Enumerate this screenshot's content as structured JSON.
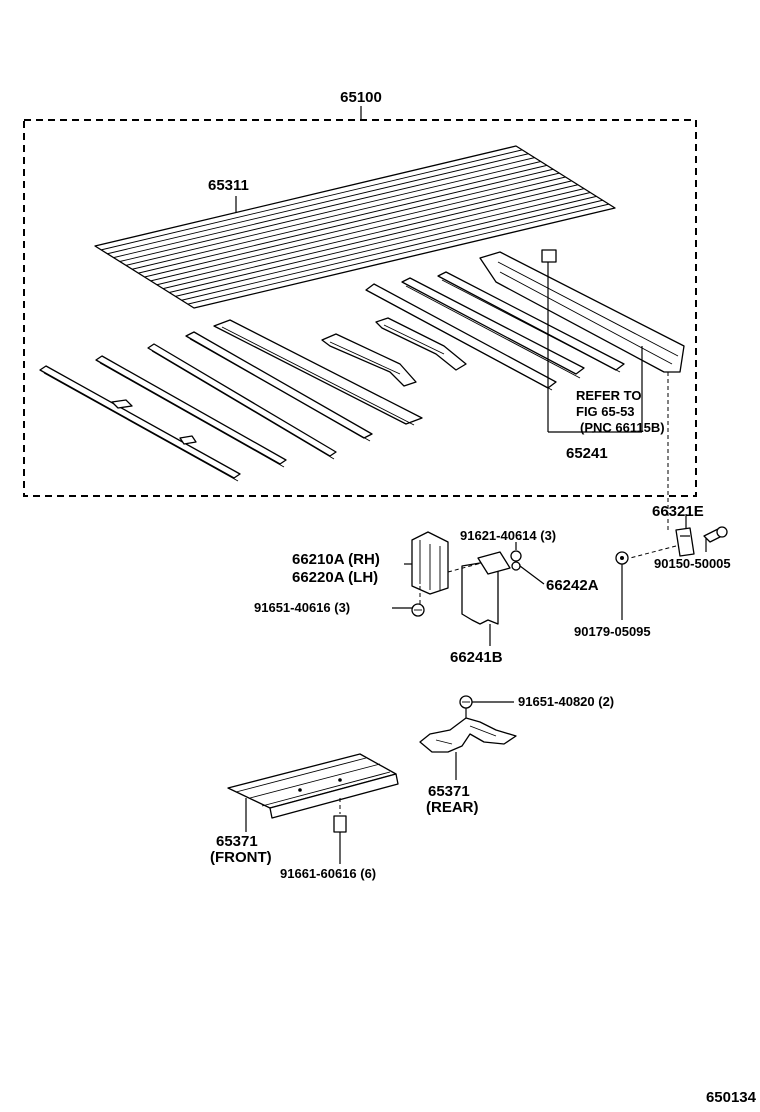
{
  "labels": {
    "assembly": "65100",
    "floor_panel": "65311",
    "sill_front_rear": "65241",
    "refer_line1": "REFER TO",
    "refer_line2": "FIG 65-53",
    "refer_line3": "(PNC 66115B)",
    "hinge_bracket": "66321E",
    "bolt_right": "90150-50005",
    "nut_small": "90179-05095",
    "stake_rh": "66210A (RH)",
    "stake_lh": "66220A (LH)",
    "bolt_top": "91621-40614 (3)",
    "bolt_left": "91651-40616 (3)",
    "plate_small": "66242A",
    "mud_guard": "66241B",
    "bolt_rear": "91651-40820 (2)",
    "cross_rear_num": "65371",
    "cross_rear_pos": "(REAR)",
    "cross_front_num": "65371",
    "cross_front_pos": "(FRONT)",
    "bolt_bottom": "91661-60616 (6)",
    "figure_number": "650134"
  }
}
